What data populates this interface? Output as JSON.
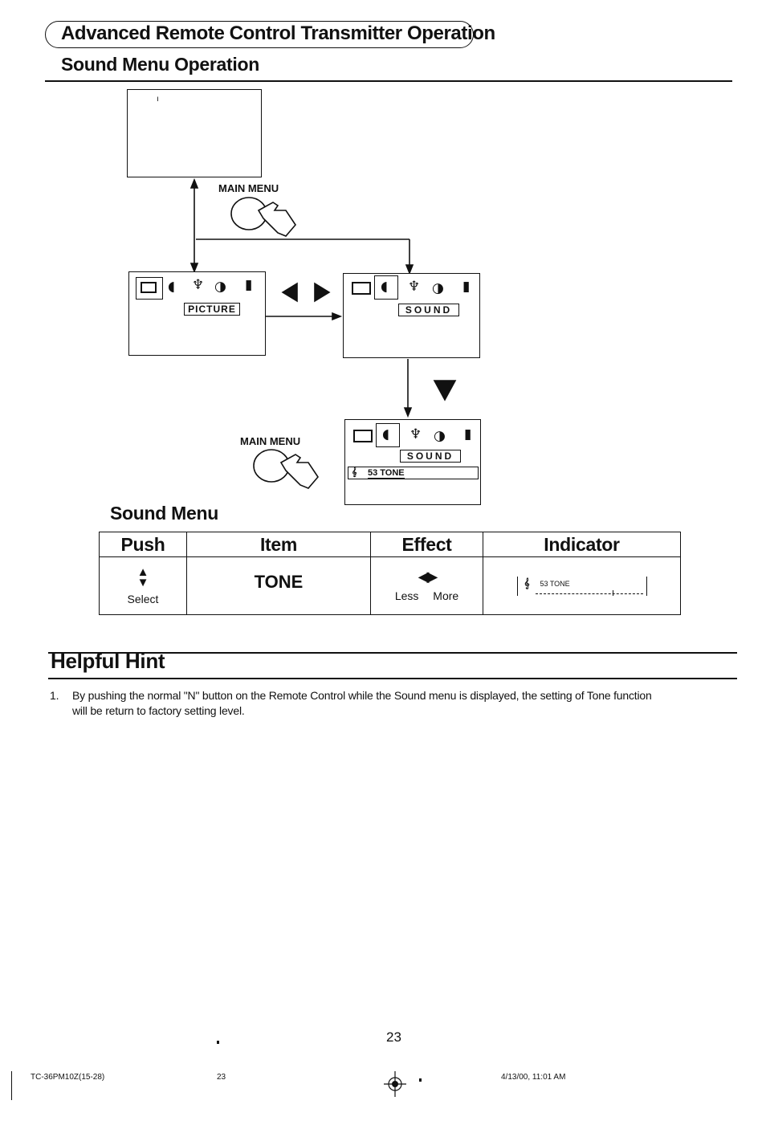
{
  "header": {
    "title": "Advanced Remote Control Transmitter Operation",
    "subtitle": "Sound Menu Operation"
  },
  "diagram": {
    "screen_mark": "ı",
    "main_menu_label_1": "MAIN MENU",
    "main_menu_label_2": "MAIN MENU",
    "picture_label": "PICTURE",
    "sound_label_1": "SOUND",
    "sound_label_2": "SOUND",
    "tone_bar_text": "53 TONE"
  },
  "sound_menu": {
    "heading": "Sound Menu",
    "columns": [
      "Push",
      "Item",
      "Effect",
      "Indicator"
    ],
    "row": {
      "push": "Select",
      "item": "TONE",
      "effect_less": "Less",
      "effect_more": "More",
      "indicator_text": "53 TONE"
    }
  },
  "helpful_hint": {
    "heading": "Helpful Hint",
    "items": [
      {
        "number": "1.",
        "line1": "By pushing the normal \"N\" button on the Remote Control while the Sound menu is displayed, the setting of Tone function",
        "line2": "will be return to factory setting level."
      }
    ]
  },
  "page_number": "23",
  "footer": {
    "model": "TC-36PM10Z(15-28)",
    "page": "23",
    "timestamp": "4/13/00, 11:01 AM"
  },
  "colors": {
    "ink": "#111111",
    "paper": "#ffffff"
  }
}
